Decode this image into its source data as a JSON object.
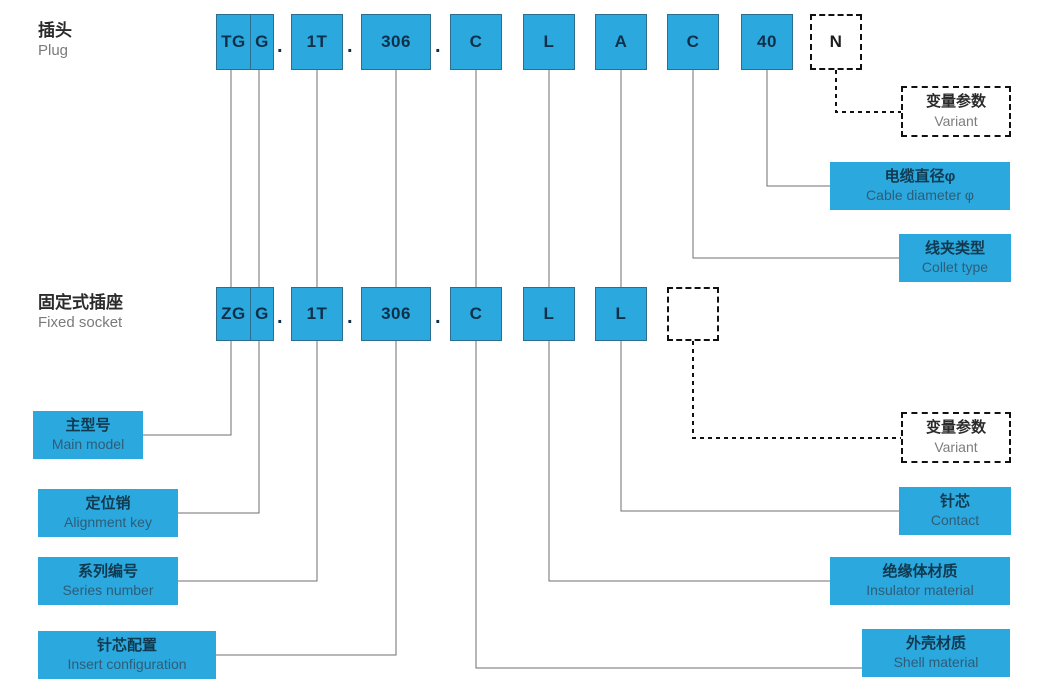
{
  "diagram": {
    "title": "Connector part number breakdown",
    "accent_color": "#2BA8DE",
    "line_color": "#6f6f6f",
    "dash_color": "#111111"
  },
  "rows": [
    {
      "id": "plug",
      "cn": "插头",
      "en": "Plug",
      "codes": [
        {
          "id": "main-model",
          "text": "TG",
          "text2": "G",
          "split": true,
          "style": "solid"
        },
        {
          "id": "series",
          "text": "1T",
          "style": "solid"
        },
        {
          "id": "insert",
          "text": "306",
          "style": "solid"
        },
        {
          "id": "shell",
          "text": "C",
          "style": "solid"
        },
        {
          "id": "insulator",
          "text": "L",
          "style": "solid"
        },
        {
          "id": "contact",
          "text": "A",
          "style": "solid"
        },
        {
          "id": "collet",
          "text": "C",
          "style": "solid"
        },
        {
          "id": "cable-dia",
          "text": "40",
          "style": "solid"
        },
        {
          "id": "variant",
          "text": "N",
          "style": "dashed"
        }
      ]
    },
    {
      "id": "fixed-socket",
      "cn": "固定式插座",
      "en": "Fixed socket",
      "codes": [
        {
          "id": "main-model",
          "text": "ZG",
          "text2": "G",
          "split": true,
          "style": "solid"
        },
        {
          "id": "series",
          "text": "1T",
          "style": "solid"
        },
        {
          "id": "insert",
          "text": "306",
          "style": "solid"
        },
        {
          "id": "shell",
          "text": "C",
          "style": "solid"
        },
        {
          "id": "insulator",
          "text": "L",
          "style": "solid"
        },
        {
          "id": "contact",
          "text": "L",
          "style": "solid"
        },
        {
          "id": "variant",
          "text": "",
          "style": "dashed"
        }
      ]
    }
  ],
  "separators": {
    "dot": "."
  },
  "labels": {
    "variant_top": {
      "cn": "变量参数",
      "en": "Variant"
    },
    "cable_diameter": {
      "cn": "电缆直径φ",
      "en": "Cable diameter φ"
    },
    "collet_type": {
      "cn": "线夹类型",
      "en": "Collet type"
    },
    "variant_bottom": {
      "cn": "变量参数",
      "en": "Variant"
    },
    "contact": {
      "cn": "针芯",
      "en": "Contact"
    },
    "insulator": {
      "cn": "绝缘体材质",
      "en": "Insulator material"
    },
    "shell": {
      "cn": "外壳材质",
      "en": "Shell material"
    },
    "main_model": {
      "cn": "主型号",
      "en": "Main model"
    },
    "alignment_key": {
      "cn": "定位销",
      "en": "Alignment key"
    },
    "series_number": {
      "cn": "系列编号",
      "en": "Series number"
    },
    "insert_config": {
      "cn": "针芯配置",
      "en": "Insert configuration"
    }
  }
}
